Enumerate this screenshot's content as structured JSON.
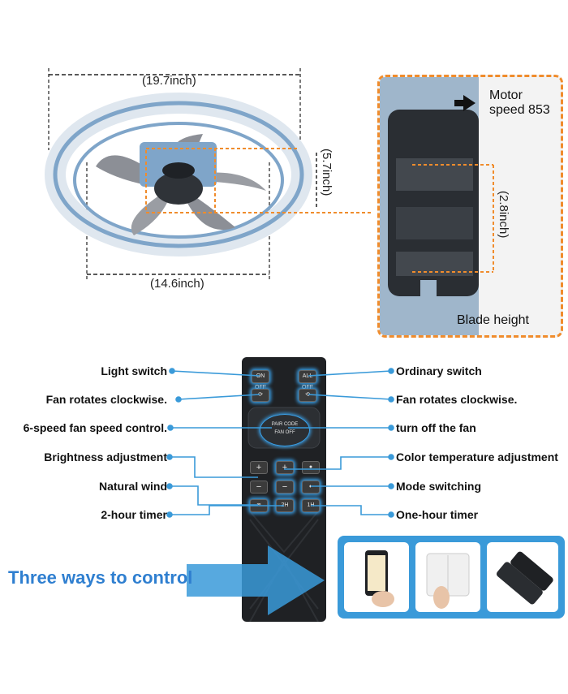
{
  "dimensions": {
    "outer_width": "(19.7inch)",
    "inner_width": "(14.6inch)",
    "height": "(5.7inch)",
    "blade_height": "(2.8inch)"
  },
  "detail": {
    "motor_label_line1": "Motor",
    "motor_label_line2": "speed 853",
    "blade_height_label": "Blade height"
  },
  "remote": {
    "buttons": {
      "on_off": "ON OFF",
      "all_off": "ALL OFF",
      "pair_code": "PAIR CODE",
      "fan_off": "FAN OFF",
      "plus": "+",
      "minus": "−",
      "timer_2h": "2H",
      "timer_1h": "1H"
    }
  },
  "callouts_left": [
    "Light switch",
    "Fan rotates clockwise.",
    "6-speed fan speed control.",
    "Brightness adjustment",
    "Natural wind",
    "2-hour timer"
  ],
  "callouts_right": [
    "Ordinary switch",
    "Fan rotates clockwise.",
    "turn off the fan",
    "Color temperature adjustment",
    "Mode switching",
    "One-hour timer"
  ],
  "banner": {
    "text": "Three ways to control"
  },
  "colors": {
    "accent_blue": "#3a9ad9",
    "banner_blue": "#2f7fd0",
    "dash_orange": "#f08c2c",
    "ring_blue": "#7fa5c9"
  }
}
